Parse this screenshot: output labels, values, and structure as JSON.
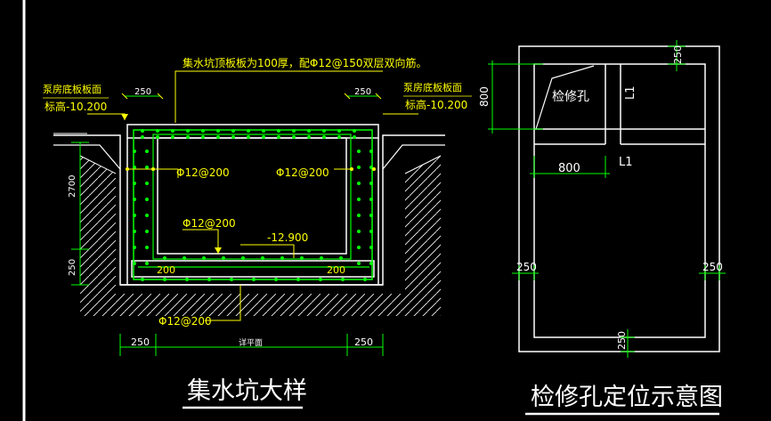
{
  "left_detail": {
    "title": "集水坑大样",
    "top_note": "集水坑顶板板为100厚，配Φ12@150双层双向筋。",
    "left_floor_label": "泵房底板板面",
    "left_elev_label": "标高-10.200",
    "right_floor_label": "泵房底板板面",
    "right_elev_label": "标高-10.200",
    "dim_top_left": "250",
    "dim_top_right": "250",
    "dim_left_vertical": "2700",
    "dim_left_bottom": "250",
    "rebar_left": "Φ12@200",
    "rebar_right": "Φ12@200",
    "rebar_center": "Φ12@200",
    "rebar_bottom": "Φ12@200",
    "elev_bottom": "-12.900",
    "bottom_bar_left": "200",
    "bottom_bar_right": "200",
    "dim_bottom_left": "250",
    "dim_bottom_right": "250",
    "bottom_center_label": "详平面"
  },
  "right_plan": {
    "title": "检修孔定位示意图",
    "opening_label": "检修孔",
    "beam_label_vertical": "L1",
    "beam_label_horizontal": "L1",
    "dim_opening_height": "800",
    "dim_opening_width": "800",
    "dim_top": "250",
    "dim_left": "250",
    "dim_right": "250",
    "dim_bottom": "250"
  },
  "colors": {
    "background": "#000000",
    "concrete": "#ffffff",
    "rebar": "#00ff00",
    "text_yellow": "#ffff00",
    "text_green": "#00ff00"
  }
}
